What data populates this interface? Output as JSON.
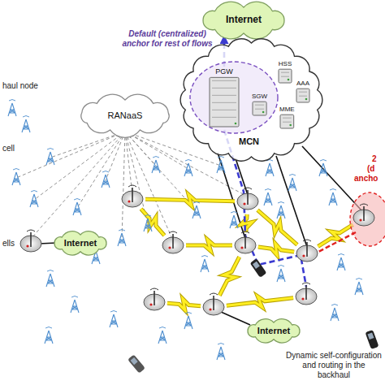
{
  "diagram": {
    "nodes": [
      {
        "text": [
          "Internet"
        ]
      },
      {
        "text": [
          "RANaaS"
        ]
      },
      {
        "text": [
          "MCN"
        ]
      },
      {
        "text": [
          "PGW"
        ],
        "in": 2
      },
      {
        "text": [
          "HSS"
        ],
        "in": 2
      },
      {
        "text": [
          "AAA"
        ],
        "in": 2
      },
      {
        "text": [
          "SGW"
        ],
        "in": 2
      },
      {
        "text": [
          "MME"
        ],
        "in": 2
      },
      {
        "text": [
          "Internet"
        ]
      },
      {
        "text": [
          "Internet"
        ]
      }
    ],
    "edges": [
      {
        "from": 3,
        "to": 0,
        "arrow": "to"
      }
    ],
    "labels": [
      "Default (centralized) anchor for rest of flows",
      "haul node",
      "cell",
      "ells",
      "2",
      "(d",
      "ancho",
      "Dynamic self-configuration and routing in the backhaul"
    ]
  }
}
